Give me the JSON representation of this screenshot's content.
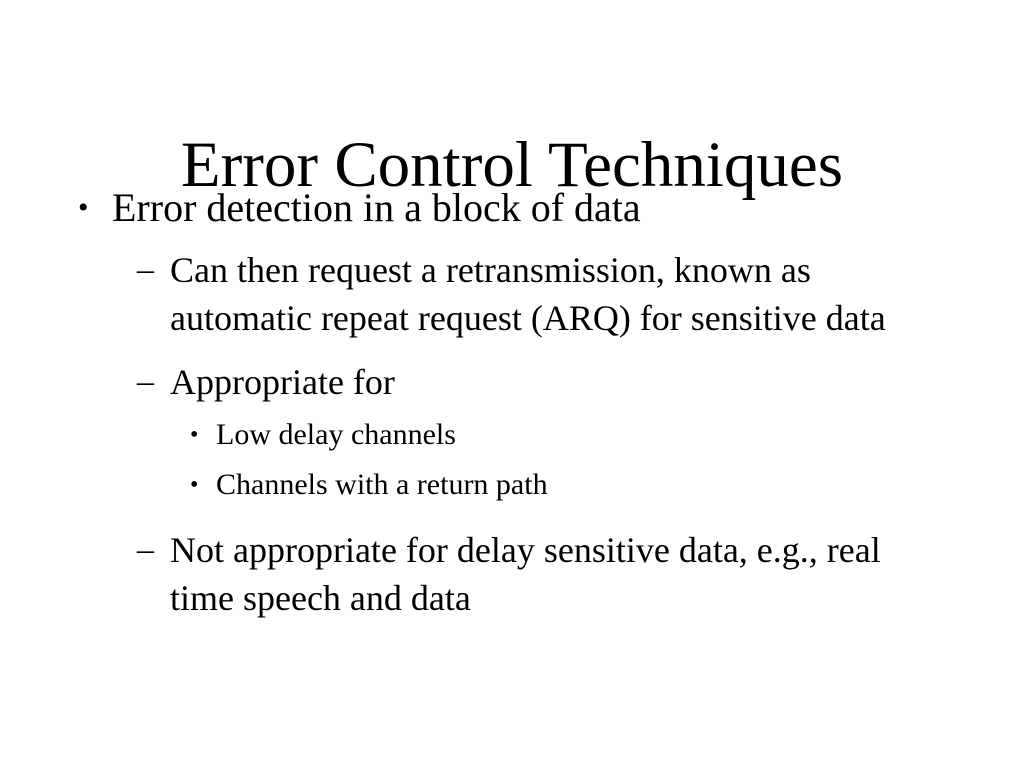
{
  "slide": {
    "title": "Error Control Techniques",
    "background_color": "#ffffff",
    "text_color": "#000000",
    "bullet_glyph_level1": "•",
    "bullet_glyph_level2": "–",
    "bullet_glyph_level3": "•",
    "outline": [
      {
        "level": 1,
        "text": "Error detection in a block of data"
      },
      {
        "level": 2,
        "text": "Can then request a retransmission, known as automatic repeat request (ARQ) for sensitive data"
      },
      {
        "level": 2,
        "text": "Appropriate for"
      },
      {
        "level": 3,
        "text": "Low delay channels"
      },
      {
        "level": 3,
        "text": "Channels with a return path"
      },
      {
        "level": 2,
        "text": "Not appropriate for delay sensitive data, e.g., real time speech and data"
      }
    ]
  }
}
